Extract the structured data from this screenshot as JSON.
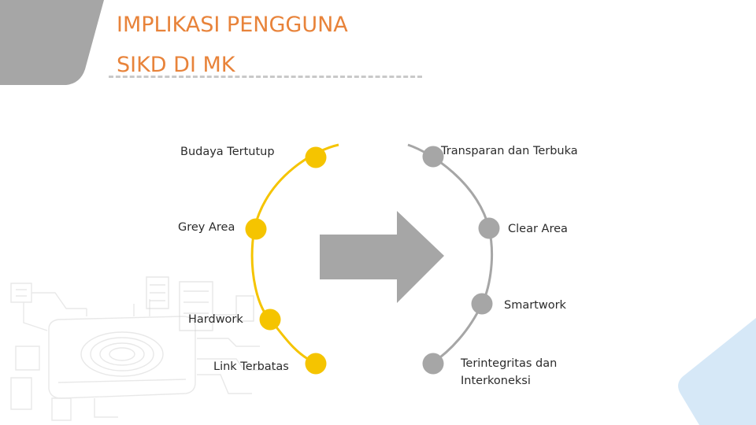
{
  "title": {
    "line1": "IMPLIKASI PENGGUNA",
    "line2": "SIKD DI MK"
  },
  "before": {
    "color": "#f5c400",
    "items": [
      "Budaya Tertutup",
      "Grey Area",
      "Hardwork",
      "Link Terbatas"
    ]
  },
  "after": {
    "color": "#a6a6a6",
    "items": [
      "Transparan dan Terbuka",
      "Clear Area",
      "Smartwork",
      "Terintegritas dan Interkoneksi"
    ]
  },
  "colors": {
    "title": "#e8833a",
    "arrow": "#a6a6a6",
    "divider": "#c9c9c9",
    "corner_shape": "#a6a6a6",
    "corner_accent": "#d6e8f7"
  },
  "icons": [
    "transformation-arrow-icon",
    "fingerprint-device-icon",
    "server-icon"
  ]
}
